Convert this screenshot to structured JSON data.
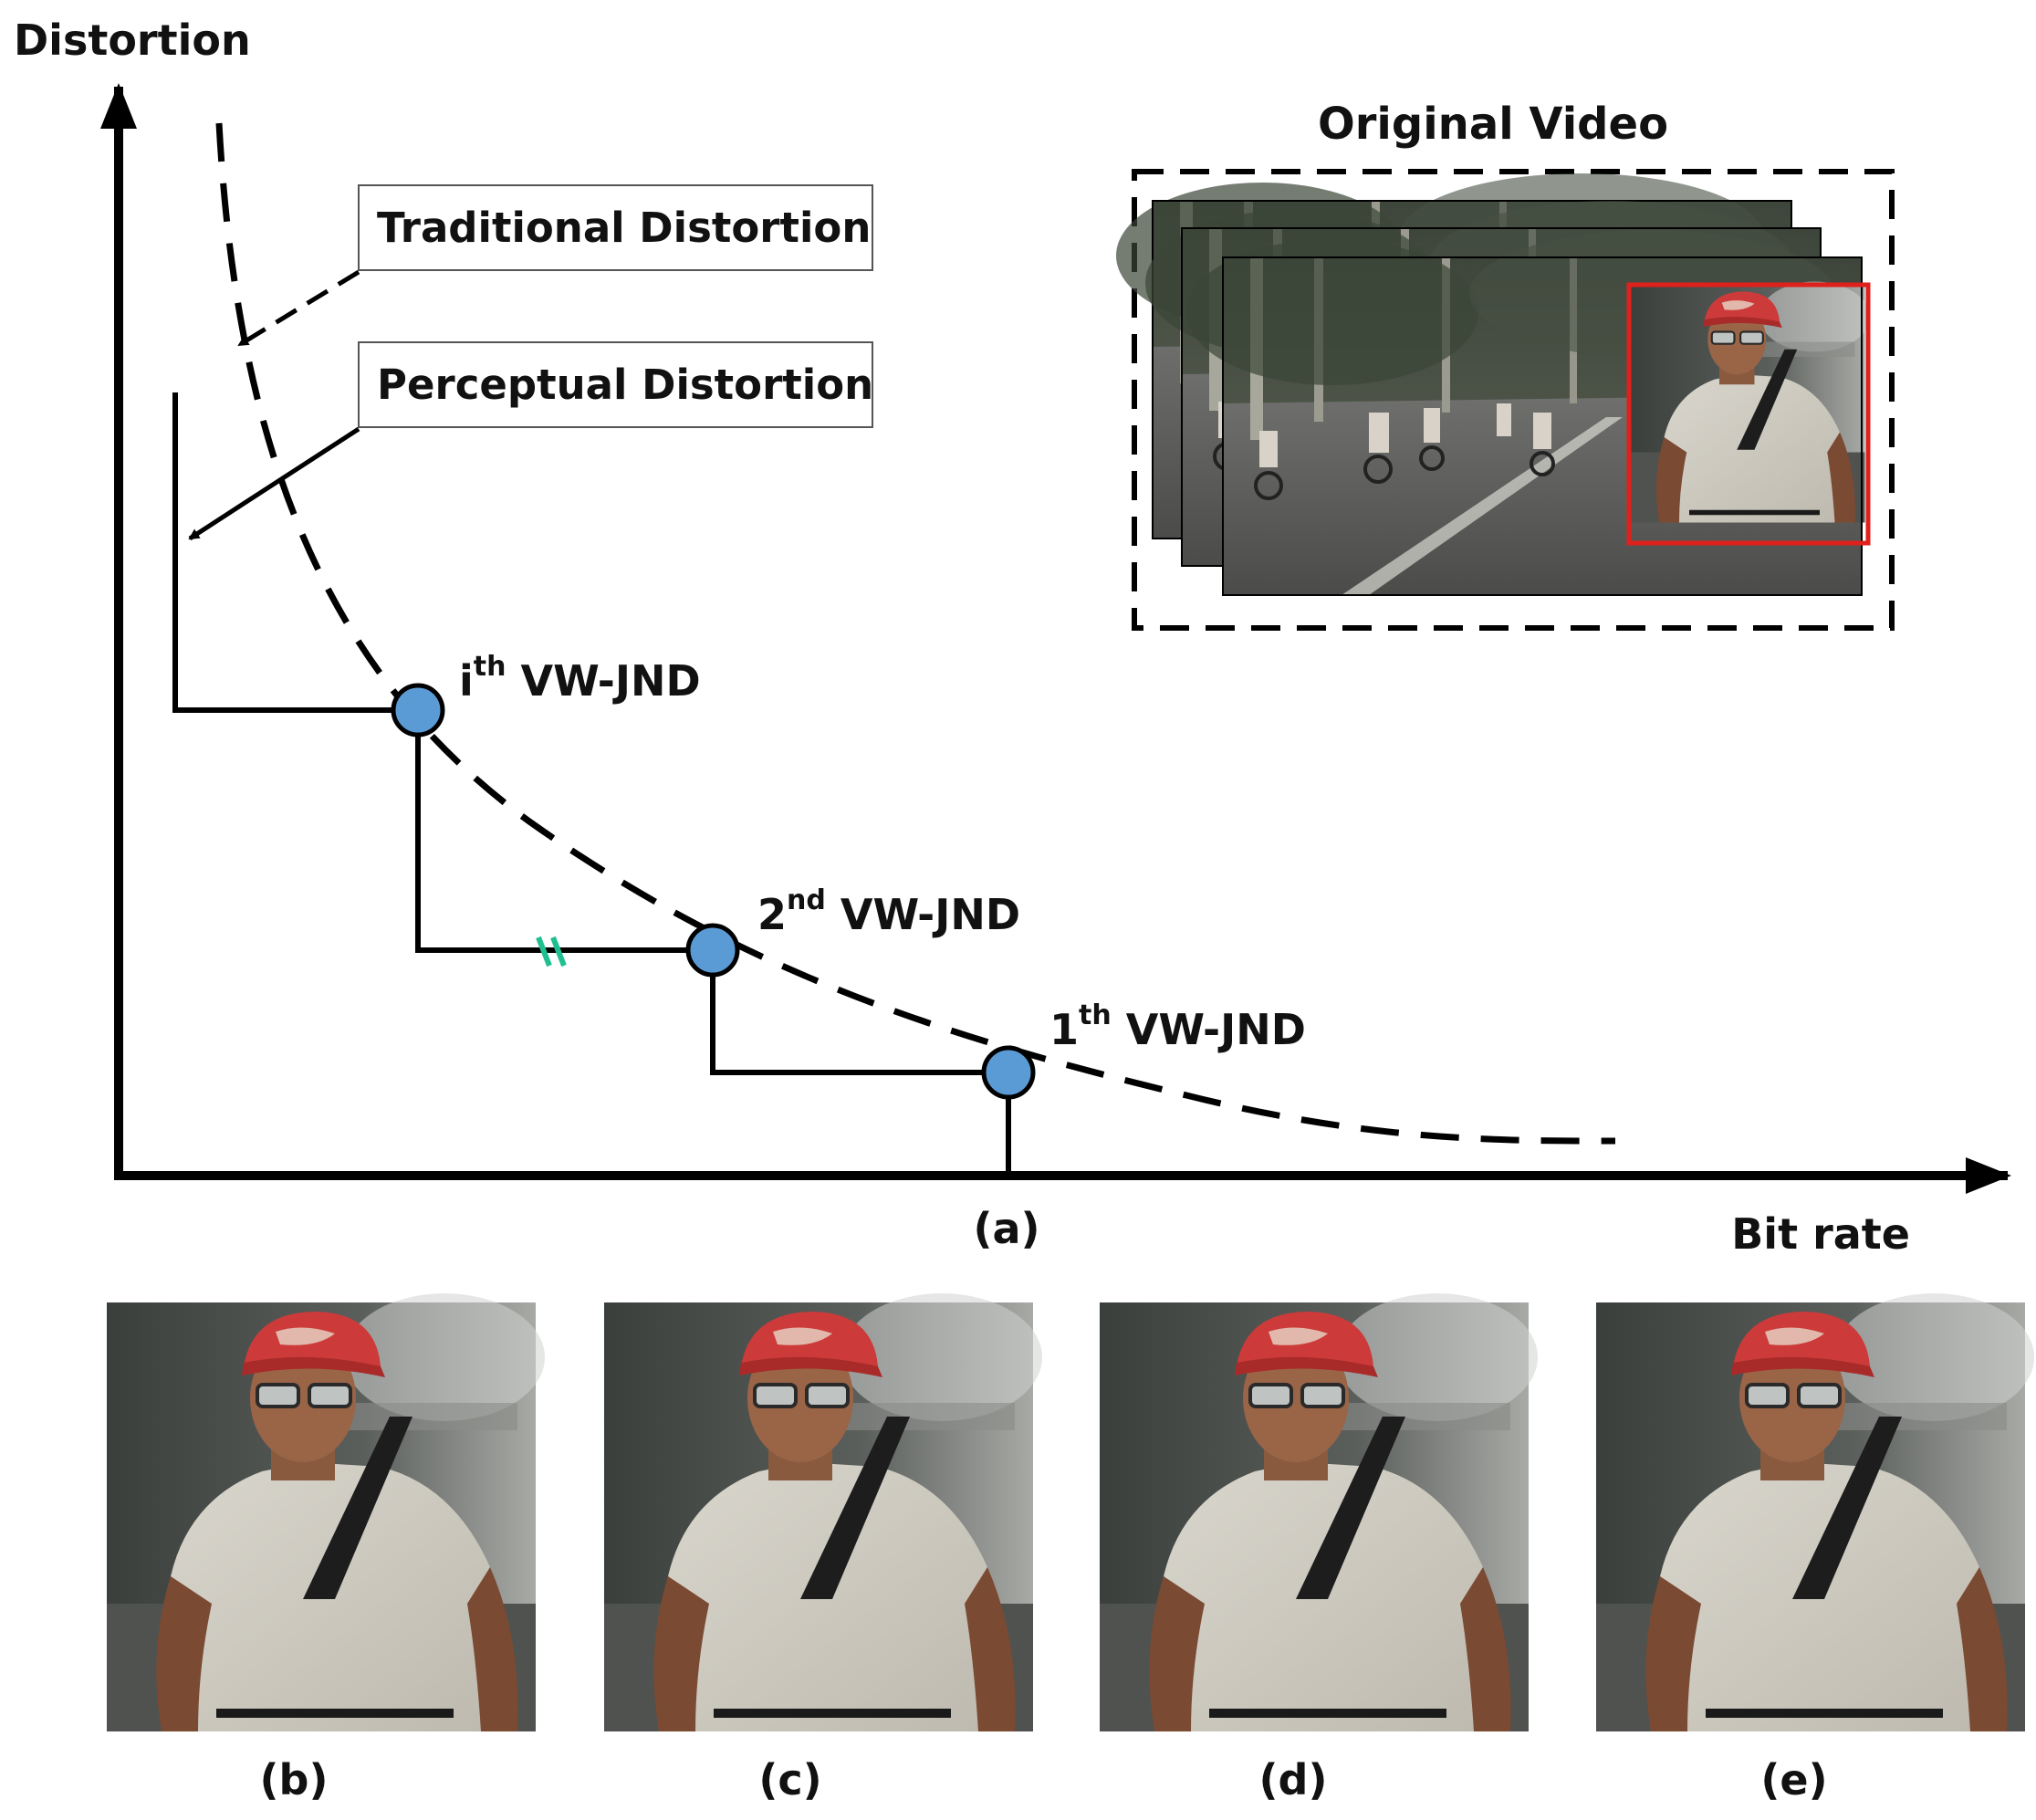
{
  "axes": {
    "y_label": "Distortion",
    "x_label": "Bit rate"
  },
  "legend": {
    "traditional": "Traditional Distortion",
    "perceptual": "Perceptual Distortion"
  },
  "points": [
    {
      "num": "i",
      "sup": "th",
      "suffix": " VW-JND"
    },
    {
      "num": "2",
      "sup": "nd",
      "suffix": " VW-JND"
    },
    {
      "num": "1",
      "sup": "th",
      "suffix": " VW-JND"
    }
  ],
  "original_video": {
    "title": "Original Video"
  },
  "panel_labels": {
    "a": "(a)",
    "b": "(b)",
    "c": "(c)",
    "d": "(d)",
    "e": "(e)"
  },
  "colors": {
    "axis": "#000000",
    "point_fill": "#5b9bd5",
    "equal_mark": "#1fbf8f",
    "highlight_box": "#e0201b"
  }
}
